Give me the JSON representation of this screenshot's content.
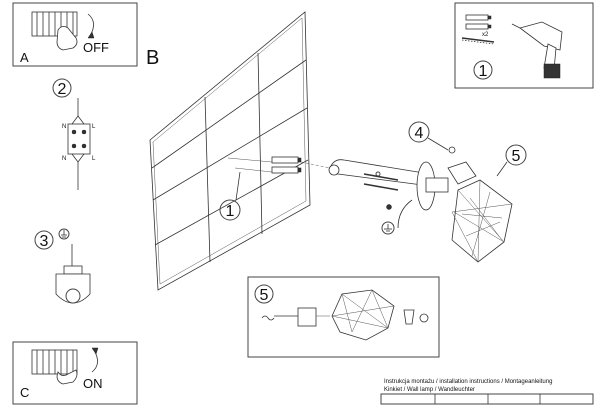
{
  "panels": {
    "a": {
      "letter": "A",
      "switch_label": "OFF"
    },
    "b": {
      "letter": "B"
    },
    "c": {
      "letter": "C",
      "switch_label": "ON"
    }
  },
  "step_numbers": {
    "tools": "1",
    "wire": "2",
    "ground": "3",
    "bracket_screw": "4",
    "shade": "5",
    "wall_anchor": "1",
    "detail": "5"
  },
  "tools": {
    "multiplier": "x2"
  },
  "wire_labels": {
    "n_top": "N",
    "l_top": "L",
    "n_bottom": "N",
    "l_bottom": "L"
  },
  "caption": {
    "line1": "Instrukcja montażu / installation instructions / Montageanleitung",
    "line2": "Kinkiet / Wall lamp / Wandleuchter"
  }
}
